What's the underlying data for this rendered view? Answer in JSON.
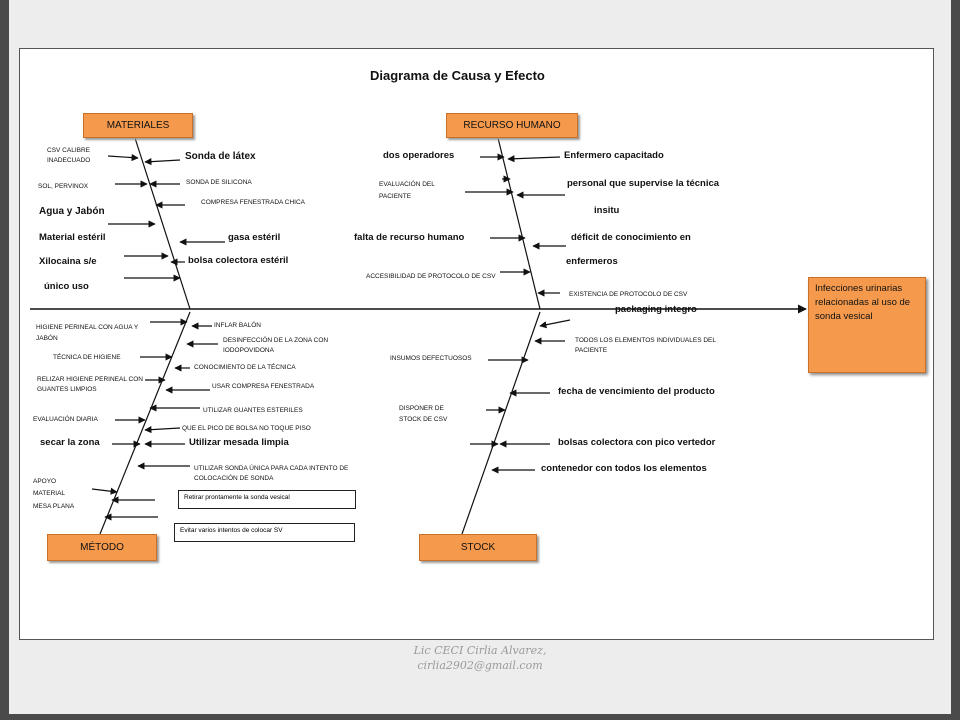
{
  "title": "Diagrama de Causa y Efecto",
  "effect": "Infecciones urinarias relacionadas al uso de sonda vesical",
  "categories": {
    "materiales": "MATERIALES",
    "recurso_humano": "RECURSO HUMANO",
    "metodo": "MÉTODO",
    "stock": "STOCK"
  },
  "materiales": {
    "left": [
      "CSV CALIBRE INADECUADO",
      "SOL, PERVINOX",
      "Agua y Jabón",
      "Material estéril",
      "Xilocaina s/e",
      "único uso"
    ],
    "right": [
      "Sonda de látex",
      "SONDA DE SILICONA",
      "COMPRESA FENESTRADA CHICA",
      "gasa estéril",
      "bolsa colectora estéril"
    ]
  },
  "recurso_humano": {
    "left": [
      "dos operadores",
      "EVALUACIÓN DEL PACIENTE",
      "falta de recurso humano",
      "ACCESIBILIDAD DE PROTOCOLO DE CSV"
    ],
    "right": [
      "Enfermero capacitado",
      "personal que supervise la técnica",
      "insitu",
      "déficit de conocimiento en",
      "enfermeros",
      "EXISTENCIA DE PROTOCOLO DE CSV"
    ]
  },
  "metodo": {
    "left": [
      "HIGIENE PERINEAL CON AGUA Y JABÓN",
      "TÉCNICA DE HIGIENE",
      "RELIZAR HIGIENE PERINEAL CON GUANTES LIMPIOS",
      "EVALUACIÓN DIARIA",
      "secar la zona",
      "APOYO MATERIAL MESA PLANA"
    ],
    "right": [
      "INFLAR BALÓN",
      "DESINFECCIÓN DE LA ZONA CON IODOPOVIDONA",
      "CONOCIMIENTO DE LA TÉCNICA",
      "USAR COMPRESA FENESTRADA",
      "UTILIZAR GUANTES ESTERILES",
      "QUE EL PICO DE BOLSA NO TOQUE PISO",
      "Utilizar mesada limpia",
      "UTILIZAR SONDA ÚNICA PARA CADA INTENTO DE COLOCACIÓN DE SONDA"
    ],
    "boxes": [
      "Retirar prontamente la sonda vesical",
      "Evitar varios intentos de colocar SV"
    ]
  },
  "stock": {
    "left": [
      "INSUMOS DEFECTUOSOS",
      "DISPONER DE STOCK DE CSV"
    ],
    "right": [
      "packaging integro",
      "TODOS LOS ELEMENTOS INDIVIDUALES DEL PACIENTE",
      "fecha de vencimiento del producto",
      "bolsas colectora con pico vertedor",
      "contenedor con todos los elementos"
    ]
  },
  "footer": {
    "line1": "Lic CECI Cirlia Alvarez,",
    "line2": "cirlia2902@gmail.com"
  }
}
